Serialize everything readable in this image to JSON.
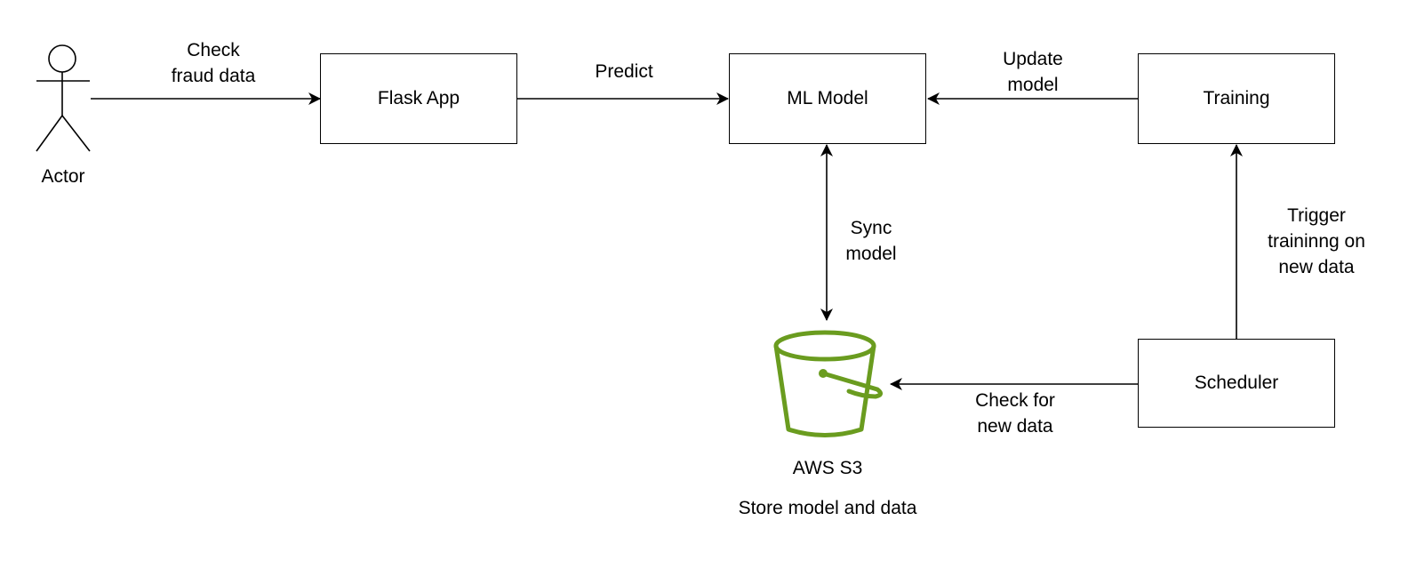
{
  "nodes": {
    "actor": "Actor",
    "flask_app": "Flask App",
    "ml_model": "ML Model",
    "training": "Training",
    "scheduler": "Scheduler",
    "s3_title": "AWS S3",
    "s3_caption": "Store model and data"
  },
  "edges": {
    "check_fraud": [
      "Check",
      "fraud data"
    ],
    "predict": [
      "Predict"
    ],
    "update_model": [
      "Update",
      "model"
    ],
    "sync_model": [
      "Sync",
      "model"
    ],
    "trigger_training": [
      "Trigger",
      "traininng on",
      "new data"
    ],
    "check_new_data": [
      "Check for",
      "new data"
    ]
  },
  "colors": {
    "line": "#000000",
    "bucket": "#6a9c1f"
  },
  "icons": {
    "actor": "stick-figure-icon",
    "storage": "s3-bucket-icon"
  }
}
